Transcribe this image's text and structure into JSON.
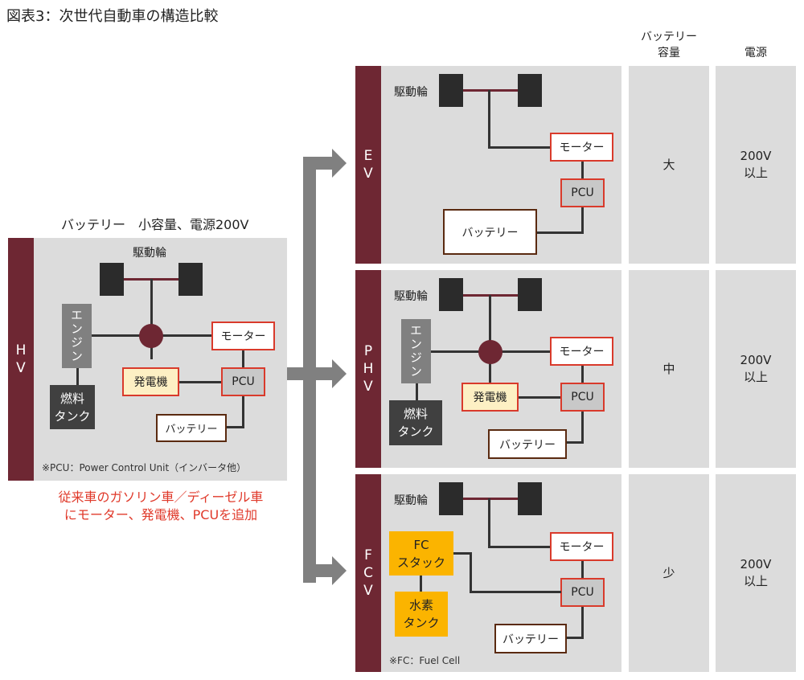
{
  "title": "図表3：次世代自動車の構造比較",
  "column_headers": {
    "battery_capacity": "バッテリー\n容量",
    "power_source": "電源"
  },
  "hv": {
    "band_label": [
      "H",
      "V"
    ],
    "heading": "バッテリー　小容量、電源200V",
    "wheels_label": "駆動輪",
    "engine": "エンジン",
    "fuel_tank": [
      "燃料",
      "タンク"
    ],
    "generator": "発電機",
    "motor": "モーター",
    "pcu": "PCU",
    "battery": "バッテリー",
    "footnote": "※PCU：Power Control Unit（インバータ他）",
    "caption": [
      "従来車のガソリン車／ディーゼル車",
      "にモーター、発電機、PCUを追加"
    ]
  },
  "ev": {
    "band_label": [
      "E",
      "V"
    ],
    "wheels_label": "駆動輪",
    "motor": "モーター",
    "pcu": "PCU",
    "battery": "バッテリー",
    "battery_capacity": "大",
    "power_source": [
      "200V",
      "以上"
    ]
  },
  "phv": {
    "band_label": [
      "P",
      "H",
      "V"
    ],
    "wheels_label": "駆動輪",
    "engine": "エンジン",
    "fuel_tank": [
      "燃料",
      "タンク"
    ],
    "generator": "発電機",
    "motor": "モーター",
    "pcu": "PCU",
    "battery": "バッテリー",
    "battery_capacity": "中",
    "power_source": [
      "200V",
      "以上"
    ]
  },
  "fcv": {
    "band_label": [
      "F",
      "C",
      "V"
    ],
    "wheels_label": "駆動輪",
    "fc_stack": [
      "FC",
      "スタック"
    ],
    "hydrogen_tank": [
      "水素",
      "タンク"
    ],
    "motor": "モーター",
    "pcu": "PCU",
    "battery": "バッテリー",
    "footnote": "※FC：Fuel Cell",
    "battery_capacity": "少",
    "power_source": [
      "200V",
      "以上"
    ]
  }
}
